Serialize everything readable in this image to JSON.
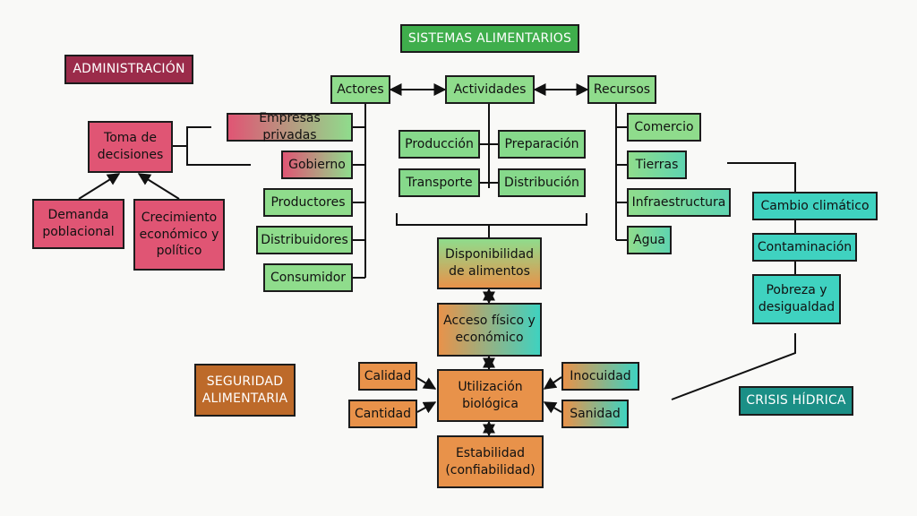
{
  "titles": {
    "sistemas": "SISTEMAS ALIMENTARIOS",
    "administracion": "ADMINISTRACIÓN",
    "seguridad": "SEGURIDAD ALIMENTARIA",
    "crisis": "CRISIS HÍDRICA"
  },
  "top": {
    "actores": "Actores",
    "actividades": "Actividades",
    "recursos": "Recursos"
  },
  "actores": [
    "Empresas privadas",
    "Gobierno",
    "Productores",
    "Distribuidores",
    "Consumidor"
  ],
  "actividades": [
    "Producción",
    "Preparación",
    "Transporte",
    "Distribución"
  ],
  "recursos": [
    "Comercio",
    "Tierras",
    "Infraestructura",
    "Agua"
  ],
  "admin": {
    "toma": "Toma de decisiones",
    "demanda": "Demanda poblacional",
    "crecimiento": "Crecimiento económico y político"
  },
  "seguridad": {
    "disponibilidad": "Disponibilidad de alimentos",
    "acceso": "Acceso físico y económico",
    "utilizacion": "Utilización biológica",
    "estabilidad": "Estabilidad (confiabilidad)",
    "calidad": "Calidad",
    "cantidad": "Cantidad",
    "inocuidad": "Inocuidad",
    "sanidad": "Sanidad"
  },
  "crisis": [
    "Cambio climático",
    "Contaminación",
    "Pobreza y desigualdad"
  ],
  "colors": {
    "green": "#8fdc8c",
    "teal": "#3fd2c0",
    "pink": "#e05574",
    "orange": "#e8924a",
    "title_green": "#3fae4c",
    "title_maroon": "#9b2b4a",
    "title_brown": "#bd6a2a",
    "title_teal": "#1b8f86"
  }
}
